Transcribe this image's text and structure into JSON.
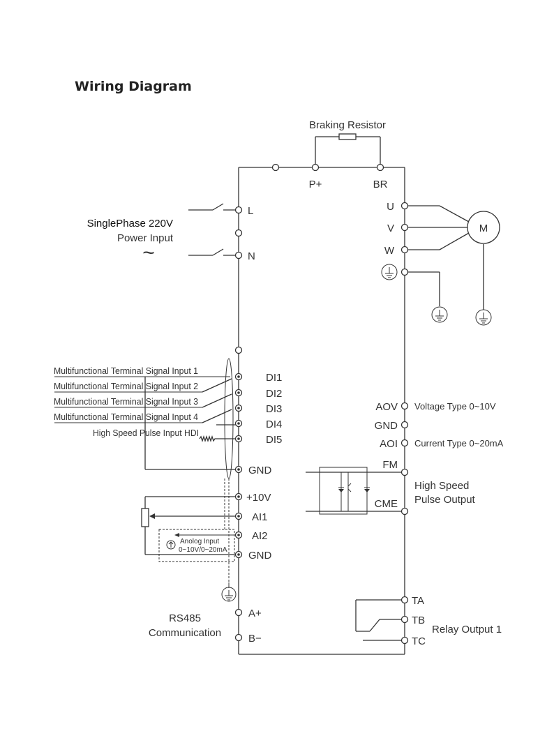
{
  "title": "Wiring Diagram",
  "braking_resistor": "Braking Resistor",
  "dc_terminals": {
    "p_plus": "P+",
    "br": "BR"
  },
  "power_input": {
    "line1": "SinglePhase 220V",
    "line2": "Power Input",
    "ac_symbol": "~",
    "terminals": {
      "l": "L",
      "n": "N"
    }
  },
  "motor": {
    "terminals": [
      "U",
      "V",
      "W"
    ],
    "label": "M"
  },
  "digital_inputs": [
    {
      "desc": "Multifunctional Terminal Signal Input 1",
      "terminal": "DI1"
    },
    {
      "desc": "Multifunctional Terminal Signal Input 2",
      "terminal": "DI2"
    },
    {
      "desc": "Multifunctional Terminal Signal Input 3",
      "terminal": "DI3"
    },
    {
      "desc": "Multifunctional Terminal Signal Input 4",
      "terminal": "DI4"
    },
    {
      "desc": "High Speed Pulse Input HDI",
      "terminal": "DI5"
    }
  ],
  "left_terminals": {
    "gnd1": "GND",
    "v10": "+10V",
    "ai1": "AI1",
    "ai2": "AI2",
    "gnd2": "GND",
    "a_plus": "A+",
    "b_minus": "B−"
  },
  "analog_input": {
    "line1": "Anolog Input",
    "line2": "0~10V/0~20mA"
  },
  "rs485": {
    "line1": "RS485",
    "line2": "Communication"
  },
  "analog_outputs": [
    {
      "terminal": "AOV",
      "desc": "Voltage Type 0~10V"
    },
    {
      "terminal": "GND",
      "desc": ""
    },
    {
      "terminal": "AOI",
      "desc": "Current Type 0~20mA"
    }
  ],
  "pulse_output": {
    "fm": "FM",
    "cme": "CME",
    "line1": "High Speed",
    "line2": "Pulse Output"
  },
  "relay": {
    "ta": "TA",
    "tb": "TB",
    "tc": "TC",
    "label": "Relay Output 1"
  }
}
